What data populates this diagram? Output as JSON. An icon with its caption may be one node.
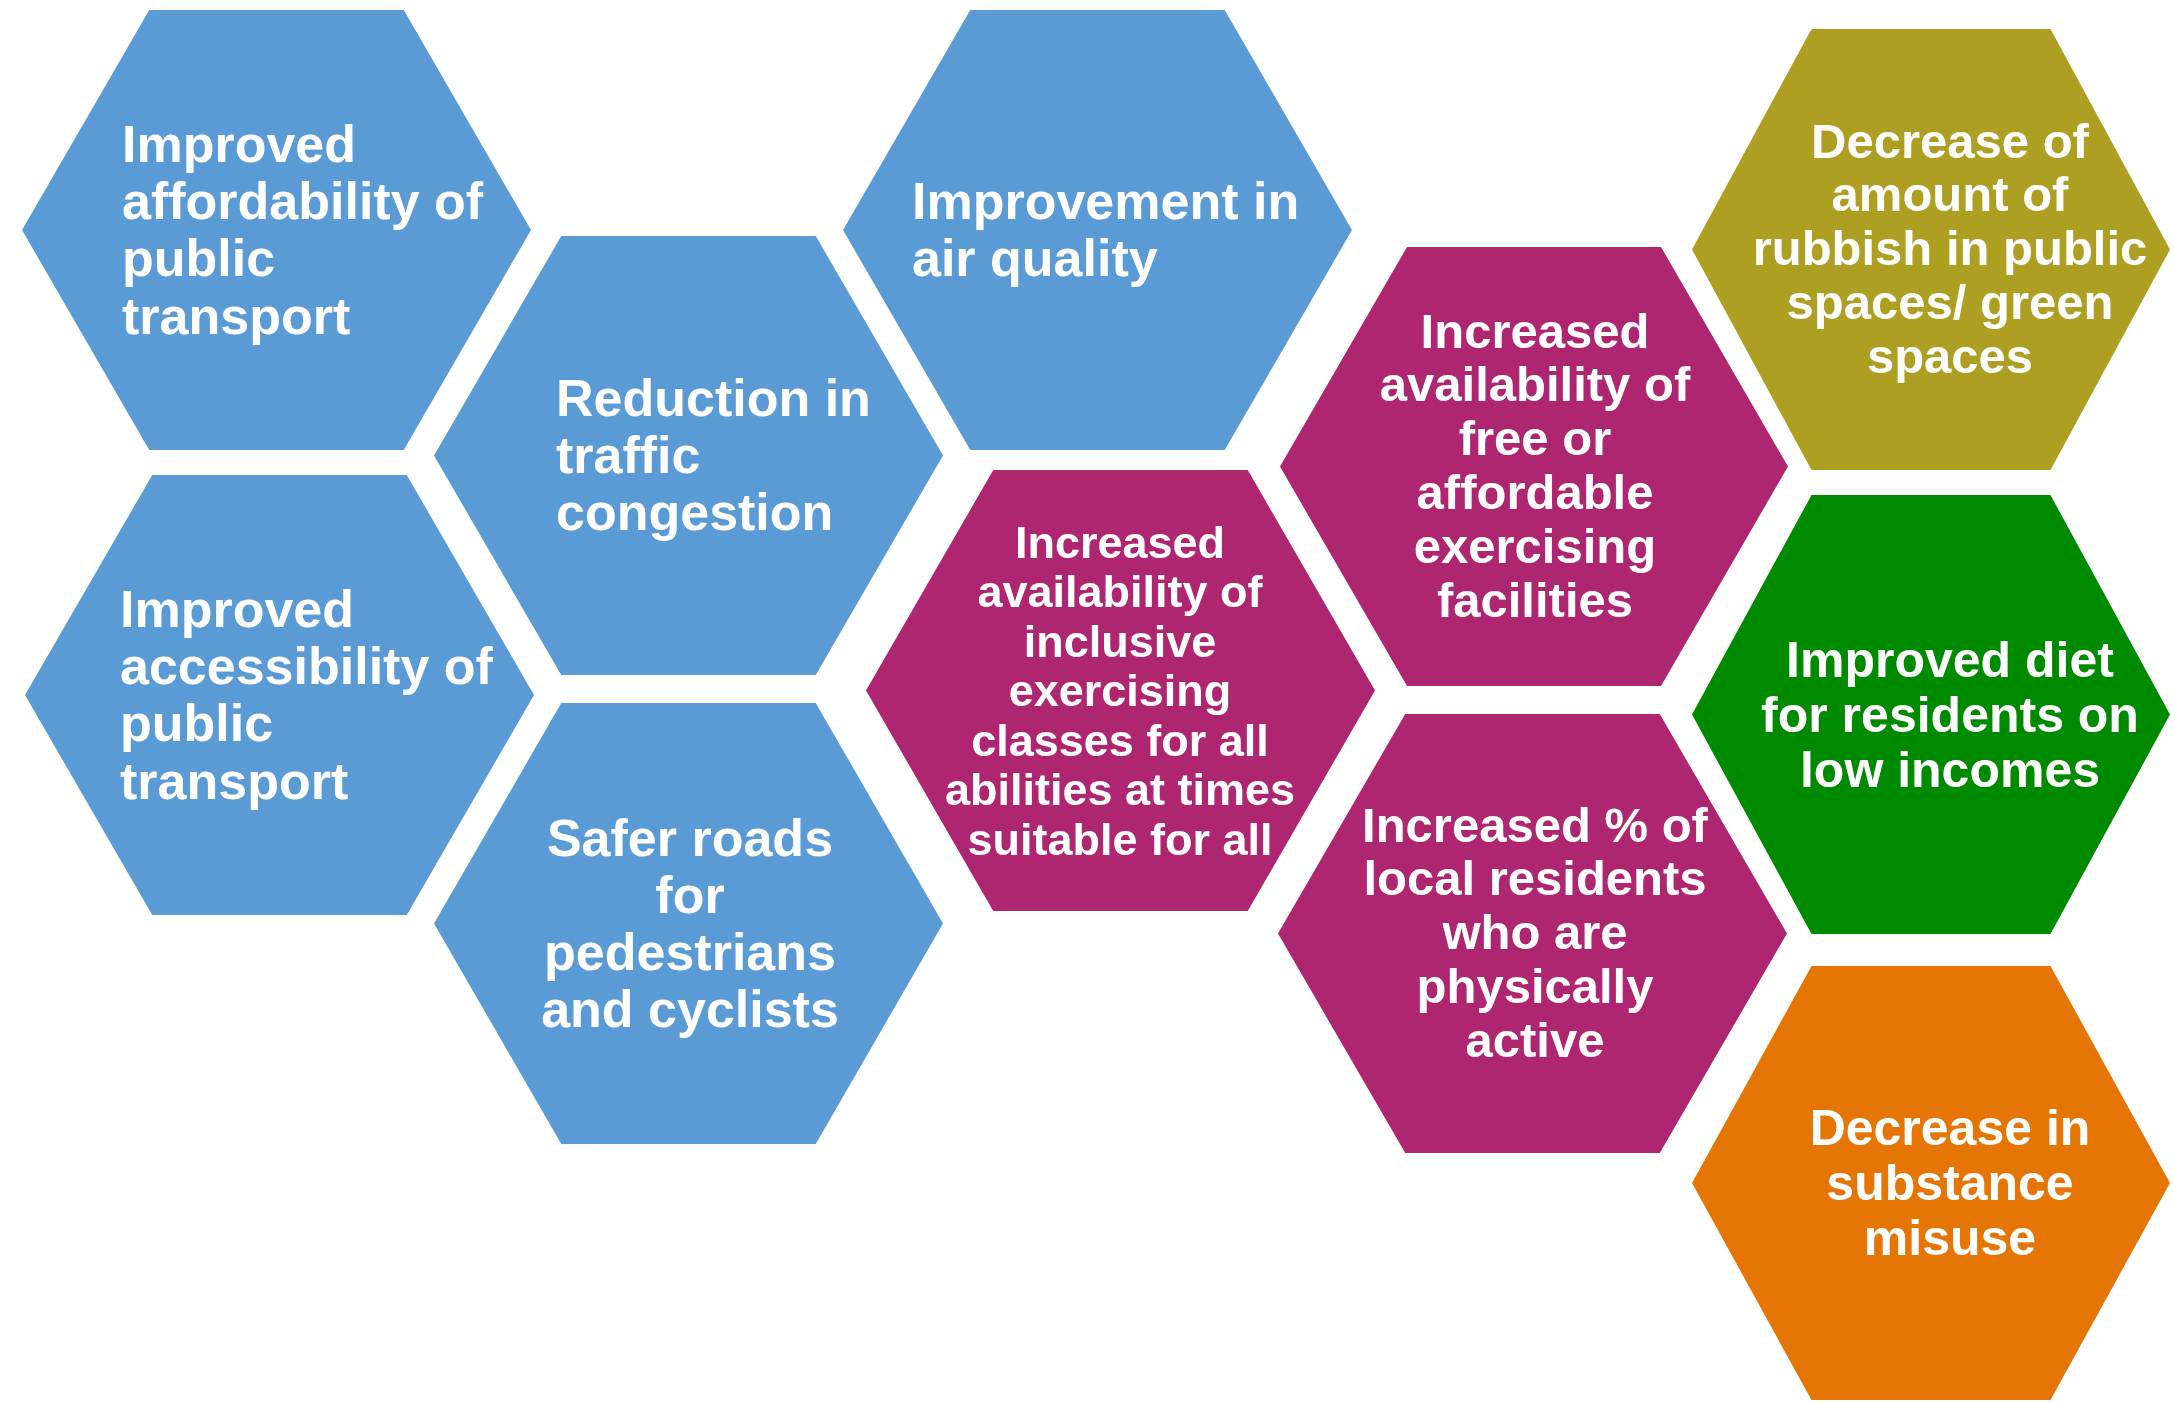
{
  "diagram": {
    "nodes": [
      {
        "text": [
          "Improved affordability of public transport"
        ]
      },
      {
        "text": [
          "Improved accessibility of public transport"
        ]
      },
      {
        "text": [
          "Reduction in traffic congestion"
        ]
      },
      {
        "text": [
          "Safer roads for pedestrians and cyclists"
        ]
      },
      {
        "text": [
          "Improvement in air quality"
        ]
      },
      {
        "text": [
          "Increased availability of inclusive exercising classes for all abilities at times suitable for all"
        ]
      },
      {
        "text": [
          "Increased availability of free or affordable exercising facilities"
        ]
      },
      {
        "text": [
          "Increased % of local residents who are physically active"
        ]
      },
      {
        "text": [
          "Decrease of amount of rubbish in public spaces/ green spaces"
        ]
      },
      {
        "text": [
          "Improved diet for residents on low incomes"
        ]
      },
      {
        "text": [
          "Decrease in substance misuse"
        ]
      }
    ]
  }
}
